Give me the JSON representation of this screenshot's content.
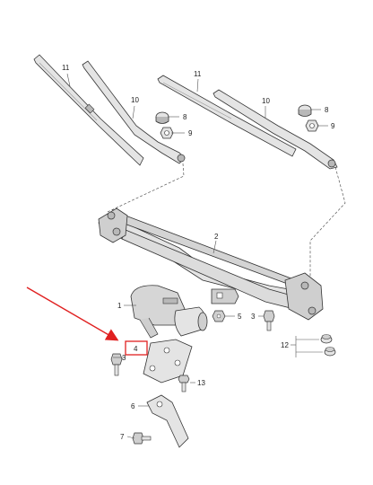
{
  "colors": {
    "part_fill": "#e4e4e4",
    "part_shade": "#b8b8b8",
    "outline": "#333333",
    "leader": "#555555",
    "dashed": "#555555",
    "arrow": "#e02020",
    "highlight_box": "#e02020"
  },
  "callouts": {
    "c1": "1",
    "c2": "2",
    "c3a": "3",
    "c3b": "3",
    "c4": "4",
    "c5": "5",
    "c6": "6",
    "c7": "7",
    "c8a": "8",
    "c8b": "8",
    "c9a": "9",
    "c9b": "9",
    "c10a": "10",
    "c10b": "10",
    "c11a": "11",
    "c11b": "11",
    "c12": "12",
    "c13": "13"
  }
}
